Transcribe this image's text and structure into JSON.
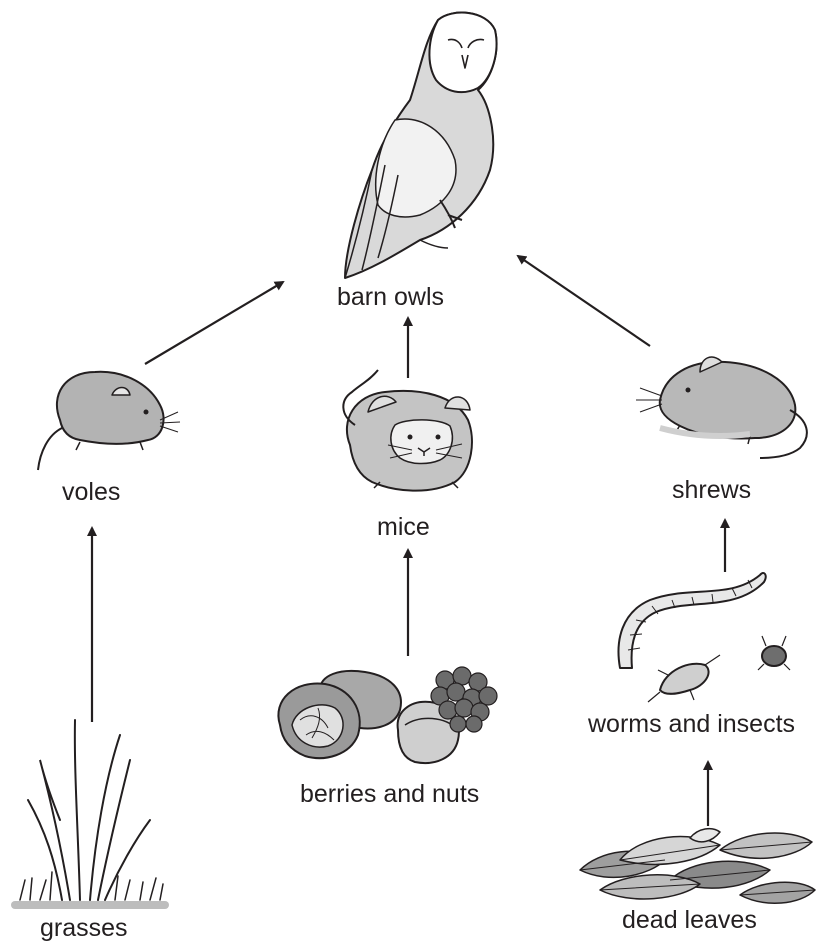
{
  "labels": {
    "barn_owls": "barn owls",
    "voles": "voles",
    "mice": "mice",
    "shrews": "shrews",
    "worms_and_insects": "worms and insects",
    "berries_and_nuts": "berries and nuts",
    "grasses": "grasses",
    "dead_leaves": "dead leaves"
  },
  "icons": {
    "barn_owls": "barn-owl-icon",
    "voles": "vole-icon",
    "mice": "mouse-icon",
    "shrews": "shrew-icon",
    "worms_and_insects": "worm-and-insects-icon",
    "berries_and_nuts": "berries-and-nuts-icon",
    "grasses": "grass-icon",
    "dead_leaves": "dead-leaves-icon"
  },
  "edges": [
    {
      "from": "voles",
      "to": "barn_owls"
    },
    {
      "from": "mice",
      "to": "barn_owls"
    },
    {
      "from": "shrews",
      "to": "barn_owls"
    },
    {
      "from": "grasses",
      "to": "voles"
    },
    {
      "from": "berries_and_nuts",
      "to": "mice"
    },
    {
      "from": "worms_and_insects",
      "to": "shrews"
    },
    {
      "from": "dead_leaves",
      "to": "worms_and_insects"
    }
  ],
  "colors": {
    "line": "#231f20",
    "fill_light": "#e6e6e6",
    "fill_mid": "#bdbdbd",
    "fill_dark": "#8c8c8c"
  }
}
